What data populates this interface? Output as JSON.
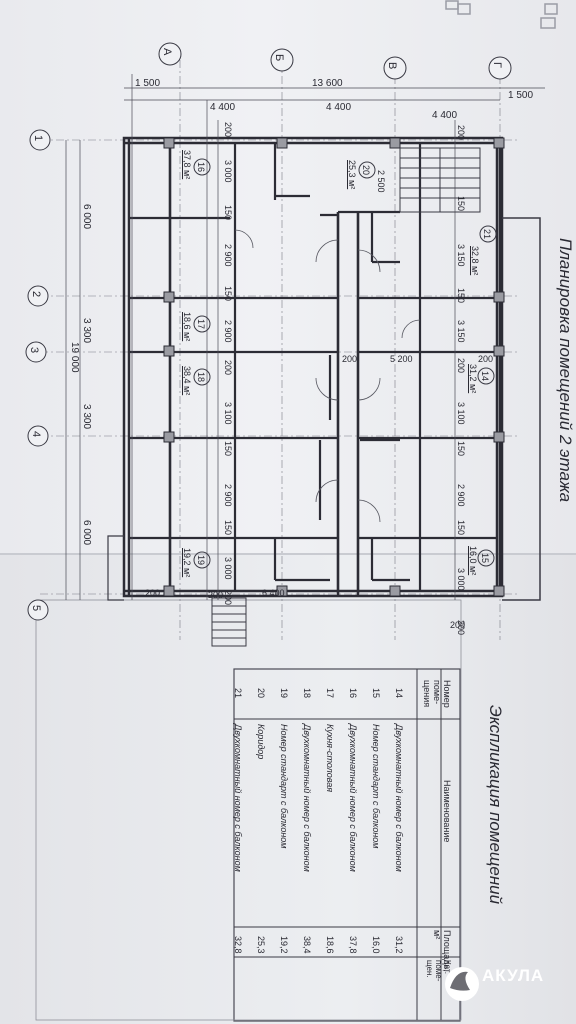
{
  "plan": {
    "title": "Планировка помещений 2 этажа",
    "axes_letters": [
      "Г",
      "В",
      "Б",
      "А"
    ],
    "axes_numbers": [
      "1",
      "2",
      "3",
      "4",
      "5"
    ],
    "dim_overall_width": "13 600",
    "dim_left_outer": "1 500",
    "dim_right_outer": "1 500",
    "dim_bays": [
      "4 400",
      "4 400",
      "4 400"
    ],
    "dim_total_length": "19 000",
    "dim_spans": [
      "6 000",
      "3 300",
      "3 300",
      "6 000"
    ],
    "room_dims_left": [
      "200",
      "3 000",
      "150",
      "2 900",
      "150",
      "2 900",
      "200",
      "3 100",
      "150",
      "2 900",
      "150",
      "3 000",
      "200"
    ],
    "room_dims_right": [
      "200",
      "3 150",
      "150",
      "3 150",
      "200",
      "3 100",
      "150",
      "2 900",
      "150",
      "3 000",
      "200"
    ],
    "dims_misc": [
      "2 500",
      "150",
      "5 200",
      "200",
      "200",
      "6 400",
      "200",
      "200",
      "200"
    ],
    "rooms": [
      {
        "num": "21",
        "area": "32,8 м²"
      },
      {
        "num": "20",
        "area": "25,3 м²"
      },
      {
        "num": "16",
        "area": "37,8 м²"
      },
      {
        "num": "17",
        "area": "18,6 м²"
      },
      {
        "num": "14",
        "area": "31,2 м²"
      },
      {
        "num": "18",
        "area": "38,4 м²"
      },
      {
        "num": "15",
        "area": "16,0 м²"
      },
      {
        "num": "19",
        "area": "19,2 м²"
      }
    ]
  },
  "explication": {
    "title": "Экспликация помещений",
    "col_num": "Номер поме- щения",
    "col_name": "Наименование",
    "col_area": "Площадь, м²",
    "col_cat": "Кат. поме- щен.",
    "rows": [
      {
        "num": "14",
        "name": "Двухкомнатный номер с балконом",
        "area": "31,2"
      },
      {
        "num": "15",
        "name": "Номер стандарт с балконом",
        "area": "16,0"
      },
      {
        "num": "16",
        "name": "Двухкомнатный номер с балконом",
        "area": "37,8"
      },
      {
        "num": "17",
        "name": "Кухня-столовая",
        "area": "18,6"
      },
      {
        "num": "18",
        "name": "Двухкомнатный номер с балконом",
        "area": "38,4"
      },
      {
        "num": "19",
        "name": "Номер стандарт с балконом",
        "area": "19,2"
      },
      {
        "num": "20",
        "name": "Коридор",
        "area": "25,3"
      },
      {
        "num": "21",
        "name": "Двухкомнатный номер с балконом",
        "area": "32,8"
      }
    ]
  },
  "watermark": {
    "brand": "АКУЛА"
  }
}
